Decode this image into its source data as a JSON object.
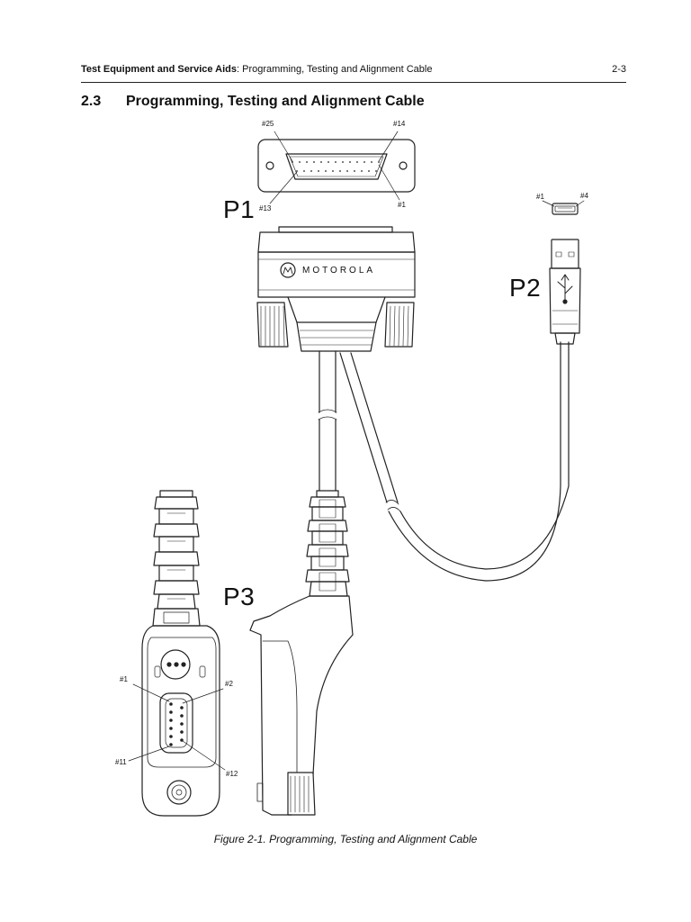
{
  "header": {
    "chapter": "Test Equipment and Service Aids",
    "topic": ": Programming, Testing and Alignment Cable",
    "page_number": "2-3"
  },
  "section": {
    "number": "2.3",
    "title": "Programming, Testing and Alignment Cable"
  },
  "figure": {
    "connectors": {
      "p1": "P1",
      "p2": "P2",
      "p3": "P3"
    },
    "brand": "MOTOROLA",
    "pin_callouts": {
      "p1_pin25": "#25",
      "p1_pin14": "#14",
      "p1_pin13": "#13",
      "p1_pin1": "#1",
      "p2_pin1": "#1",
      "p2_pin4": "#4",
      "p3_pin1": "#1",
      "p3_pin2": "#2",
      "p3_pin11": "#11",
      "p3_pin12": "#12"
    },
    "caption": "Figure 2-1.  Programming, Testing and Alignment Cable"
  }
}
